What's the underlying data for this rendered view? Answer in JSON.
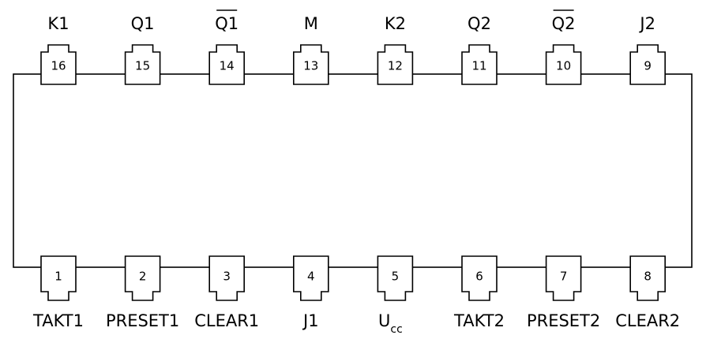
{
  "diagram": {
    "top_pins": [
      {
        "number": "16",
        "label": "K1",
        "overline": false
      },
      {
        "number": "15",
        "label": "Q1",
        "overline": false
      },
      {
        "number": "14",
        "label": "Q1",
        "overline": true
      },
      {
        "number": "13",
        "label": "M",
        "overline": false
      },
      {
        "number": "12",
        "label": "K2",
        "overline": false
      },
      {
        "number": "11",
        "label": "Q2",
        "overline": false
      },
      {
        "number": "10",
        "label": "Q2",
        "overline": true
      },
      {
        "number": "9",
        "label": "J2",
        "overline": false
      }
    ],
    "bottom_pins": [
      {
        "number": "1",
        "label": "TAKT1"
      },
      {
        "number": "2",
        "label": "PRESET1"
      },
      {
        "number": "3",
        "label": "CLEAR1"
      },
      {
        "number": "4",
        "label": "J1"
      },
      {
        "number": "5",
        "label": "U",
        "subscript": "cc"
      },
      {
        "number": "6",
        "label": "TAKT2"
      },
      {
        "number": "7",
        "label": "PRESET2"
      },
      {
        "number": "8",
        "label": "CLEAR2"
      }
    ]
  }
}
